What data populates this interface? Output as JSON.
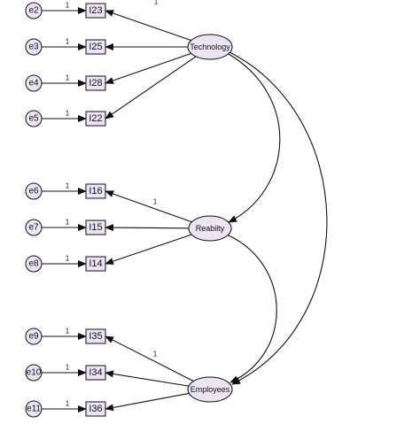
{
  "diagram": {
    "type": "sem-path-diagram",
    "colors": {
      "node_fill": "#ece4f4",
      "stroke": "#111111",
      "background": "#ffffff"
    },
    "latents": [
      {
        "id": "technology",
        "label": "Technology"
      },
      {
        "id": "reabilty",
        "label": "Reabilty"
      },
      {
        "id": "employees",
        "label": "Employees"
      }
    ],
    "rows": [
      {
        "error": "e2",
        "item": "I23",
        "factor": "technology",
        "error_weight": "1",
        "loading_label": "1"
      },
      {
        "error": "e3",
        "item": "I25",
        "factor": "technology",
        "error_weight": "1",
        "loading_label": ""
      },
      {
        "error": "e4",
        "item": "I28",
        "factor": "technology",
        "error_weight": "1",
        "loading_label": ""
      },
      {
        "error": "e5",
        "item": "I22",
        "factor": "technology",
        "error_weight": "1",
        "loading_label": ""
      },
      {
        "error": "e6",
        "item": "I16",
        "factor": "reabilty",
        "error_weight": "1",
        "loading_label": "1"
      },
      {
        "error": "e7",
        "item": "I15",
        "factor": "reabilty",
        "error_weight": "1",
        "loading_label": ""
      },
      {
        "error": "e8",
        "item": "I14",
        "factor": "reabilty",
        "error_weight": "1",
        "loading_label": ""
      },
      {
        "error": "e9",
        "item": "I35",
        "factor": "employees",
        "error_weight": "1",
        "loading_label": "1"
      },
      {
        "error": "e10",
        "item": "I34",
        "factor": "employees",
        "error_weight": "1",
        "loading_label": ""
      },
      {
        "error": "e11",
        "item": "I36",
        "factor": "employees",
        "error_weight": "1",
        "loading_label": ""
      }
    ],
    "covariances": [
      {
        "from": "technology",
        "to": "reabilty"
      },
      {
        "from": "reabilty",
        "to": "employees"
      },
      {
        "from": "technology",
        "to": "employees"
      }
    ]
  }
}
